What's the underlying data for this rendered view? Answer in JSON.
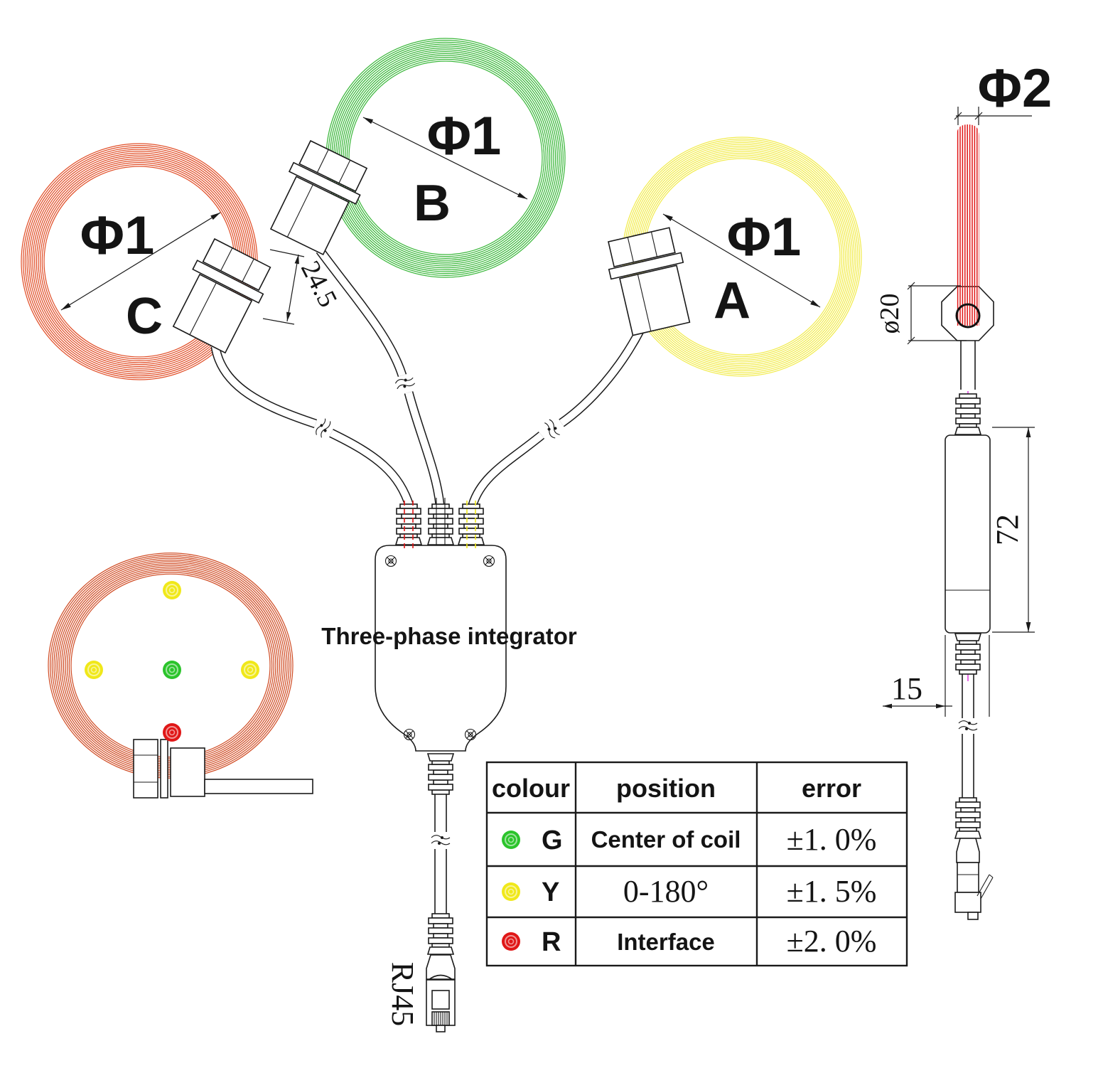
{
  "colors": {
    "coil_c": "#e1502a",
    "coil_b": "#3cb83c",
    "coil_a": "#f2ec4f",
    "coil_side": "#e01414",
    "coil_spare": "#d14f28",
    "led_green": "#2bc42b",
    "led_yellow": "#f0e81a",
    "led_red": "#e01717",
    "centerline": "#e23ae2"
  },
  "coils": {
    "a": {
      "dia": "Φ1",
      "phase": "A"
    },
    "b": {
      "dia": "Φ1",
      "phase": "B"
    },
    "c": {
      "dia": "Φ1",
      "phase": "C"
    }
  },
  "integrator": {
    "label": "Three-phase integrator"
  },
  "rj45": {
    "label": "RJ45"
  },
  "dims": {
    "connector_width": "24.5",
    "coil_thickness": "Φ2",
    "hole_dia": "ø20",
    "body_length": "72",
    "body_offset": "15"
  },
  "table": {
    "headers": [
      "colour",
      "position",
      "error"
    ],
    "rows": [
      {
        "code": "G",
        "led": "led_green",
        "position": "Center of coil",
        "error": "±1. 0%"
      },
      {
        "code": "Y",
        "led": "led_yellow",
        "position": "0-180°",
        "error": "±1. 5%"
      },
      {
        "code": "R",
        "led": "led_red",
        "position": "Interface",
        "error": "±2. 0%"
      }
    ]
  }
}
